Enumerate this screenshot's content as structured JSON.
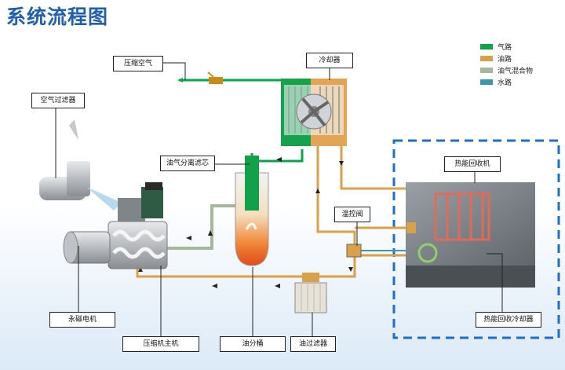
{
  "title": "系统流程图",
  "labels": {
    "compressed_air": "压缩空气",
    "cooler": "冷却器",
    "air_filter": "空气过滤器",
    "separator_core": "油气分离滤芯",
    "heat_recovery_unit": "热能回收机",
    "thermostatic_valve": "温控阀",
    "pm_motor": "永磁电机",
    "airend": "压缩机主机",
    "oil_tank": "油分桶",
    "oil_filter": "油过滤器",
    "heat_recovery_cooler": "热能回收冷却器"
  },
  "legend": [
    {
      "label": "气路",
      "color": "#0aa54a"
    },
    {
      "label": "油路",
      "color": "#d9a14a"
    },
    {
      "label": "油气混合物",
      "color": "#a7b89a"
    },
    {
      "label": "水路",
      "color": "#3c97a8"
    }
  ],
  "colors": {
    "title": "#1f5fae",
    "dashed_box": "#1f6fc4"
  }
}
